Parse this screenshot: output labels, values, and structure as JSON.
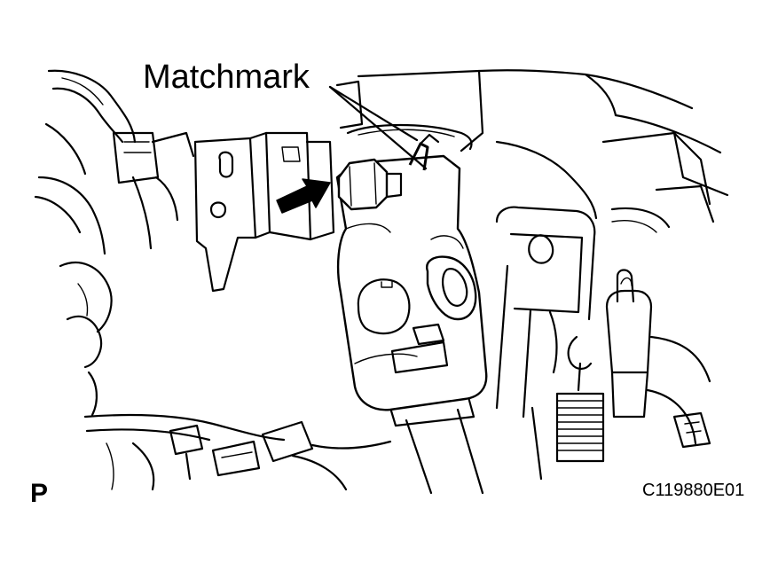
{
  "labels": {
    "matchmark": "Matchmark",
    "view": "P",
    "figure_code": "C119880E01"
  },
  "colors": {
    "line": "#000000",
    "background": "#ffffff"
  },
  "icons": {
    "pointer": "arrow-right-icon"
  }
}
